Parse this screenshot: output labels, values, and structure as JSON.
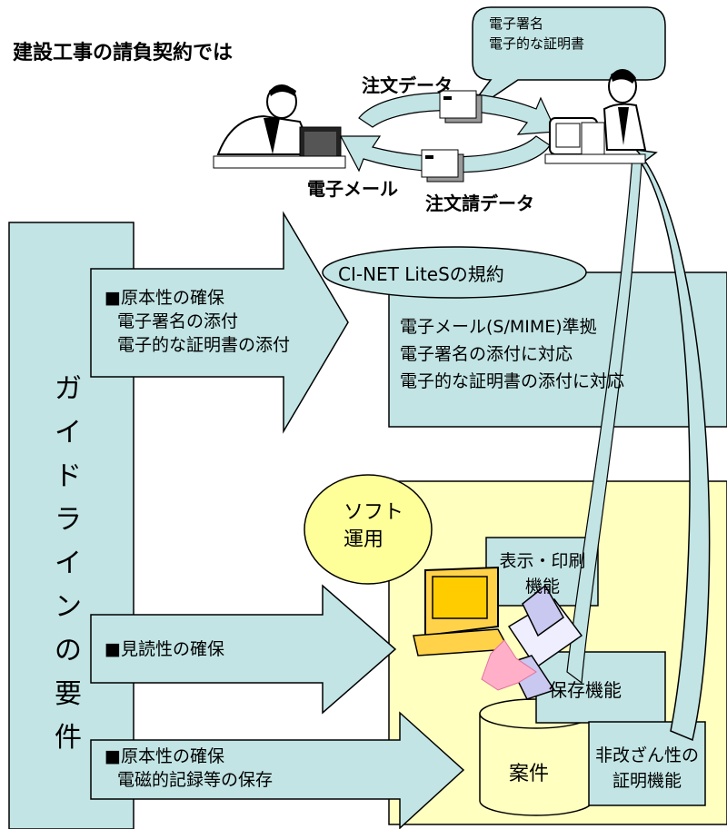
{
  "title": "建設工事の請負契約では",
  "bubble": {
    "line1": "電子署名",
    "line2": "電子的な証明書"
  },
  "flow": {
    "order_data": "注文データ",
    "email": "電子メール",
    "order_ack_data": "注文請データ"
  },
  "requirements_label": [
    "ガ",
    "イ",
    "ド",
    "ラ",
    "イ",
    "ン",
    "の",
    "要",
    "件"
  ],
  "arrow1": {
    "line1": "■原本性の確保",
    "line2": "電子署名の添付",
    "line3": "電子的な証明書の添付"
  },
  "cinet": {
    "title": "CI-NET LiteSの規約",
    "line1": "電子メール(S/MIME)準拠",
    "line2": "電子署名の添付に対応",
    "line3": "電子的な証明書の添付に対応"
  },
  "software": {
    "line1": "ソフト",
    "line2": "運用"
  },
  "display_print": {
    "line1": "表示・印刷",
    "line2": "機能"
  },
  "arrow2": {
    "line1": "■見読性の確保"
  },
  "save": "保存機能",
  "case": "案件",
  "arrow3": {
    "line1": "■原本性の確保",
    "line2": "電磁的記録等の保存"
  },
  "tamper": {
    "line1": "非改ざん性の",
    "line2": "証明機能"
  },
  "colors": {
    "teal": "#c2e4e4",
    "yellow": "#ffffc0",
    "ellipse": "#ffff99",
    "pink": "#ffb0c8",
    "screen": "#c8c8f0"
  }
}
